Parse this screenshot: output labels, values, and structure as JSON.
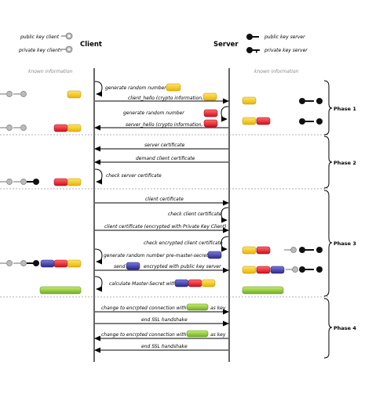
{
  "legend": {
    "public_key_client": "public key client",
    "private_key_client": "private key client",
    "public_key_server": "public key server",
    "private_key_server": "private key server"
  },
  "headers": {
    "client": "Client",
    "server": "Server",
    "known_info_left": "known information",
    "known_info_right": "known information"
  },
  "messages": [
    {
      "text": "generate random number",
      "type": "self-client"
    },
    {
      "text": "client_hello (crypto information,",
      "type": "client-to-server"
    },
    {
      "text": "generate random number",
      "type": "self-server"
    },
    {
      "text": "server_hello (crypto information,",
      "type": "server-to-client"
    },
    {
      "text": "server certificate",
      "type": "server-to-client"
    },
    {
      "text": "demand client certificate",
      "type": "server-to-client"
    },
    {
      "text": "check server certificate",
      "type": "self-client"
    },
    {
      "text": "client certificate",
      "type": "client-to-server"
    },
    {
      "text": "check client certificate",
      "type": "self-server"
    },
    {
      "text": "client certificate (encrypted with Private Key Client)",
      "type": "client-to-server"
    },
    {
      "text": "check encrypted client certificate",
      "type": "self-server"
    },
    {
      "text": "generate random number pre-master-secret",
      "type": "self-client"
    },
    {
      "text": "send",
      "type": "client-to-server"
    },
    {
      "text": "encrypted with public key server",
      "type": "client-to-server"
    },
    {
      "text": "calculate Master-Secret with",
      "type": "self-client"
    },
    {
      "text": "change to encrpted connection with",
      "type": "client-to-server"
    },
    {
      "text": "as key",
      "type": "label"
    },
    {
      "text": "end SSL handshake",
      "type": "client-to-server"
    },
    {
      "text": "change to encrpted connection with",
      "type": "server-to-client"
    },
    {
      "text": "as key",
      "type": "label"
    },
    {
      "text": "end SSL handshake",
      "type": "server-to-client"
    }
  ],
  "phases": [
    "Phase 1",
    "Phase 2",
    "Phase 3",
    "Phase 4"
  ],
  "colors": {
    "yellow": "#f5c518",
    "red": "#e11f2a",
    "blue": "#3a3aa8",
    "green": "#8ac53a",
    "key_grey": "#a8a8a8",
    "key_black": "#111111"
  }
}
